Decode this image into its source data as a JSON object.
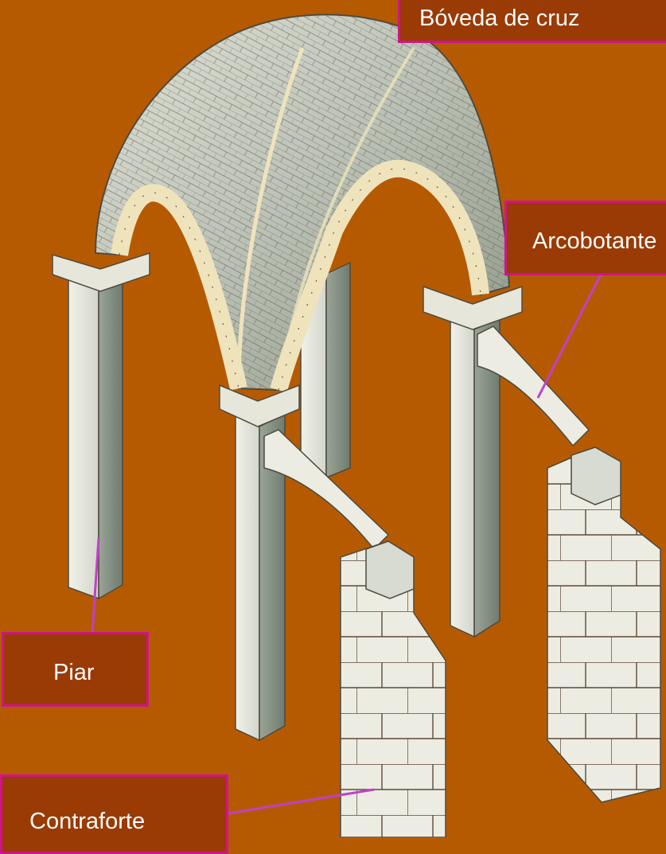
{
  "labels": {
    "boveda": "Bóveda de cruz",
    "arcobotante": "Arcobotante",
    "piar": "Piar",
    "contraforte": "Contraforte"
  },
  "colors": {
    "background": "#b65a02",
    "label_fill": "#9a3a04",
    "label_border": "#d0148a",
    "leader_line": "#c040c8",
    "stone_light": "#ecece2",
    "stone_mid": "#c2c6bc",
    "stone_dark": "#7f8b80",
    "rib_cream": "#efe3bc"
  }
}
